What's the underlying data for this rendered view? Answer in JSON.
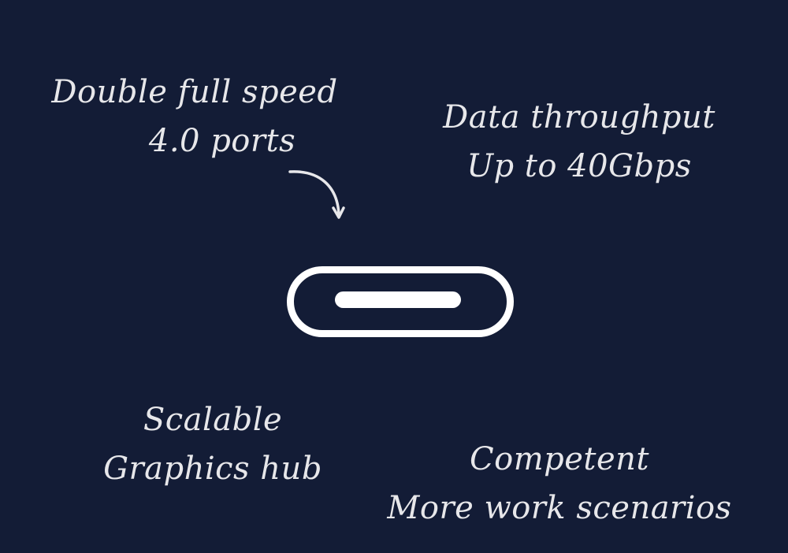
{
  "background_color": "#131c36",
  "text_color": "#e7e7ea",
  "callouts": {
    "ports": {
      "line1": "Double full speed",
      "line2": "4.0 ports"
    },
    "throughput": {
      "line1": "Data throughput",
      "line2": "Up to 40Gbps"
    },
    "graphics": {
      "line1": "Scalable",
      "line2": "Graphics hub"
    },
    "scenarios": {
      "line1": "Competent",
      "line2": "More work scenarios"
    }
  },
  "icons": {
    "arrow": "curved-arrow-down-icon",
    "port": "usb-c-port-icon"
  }
}
